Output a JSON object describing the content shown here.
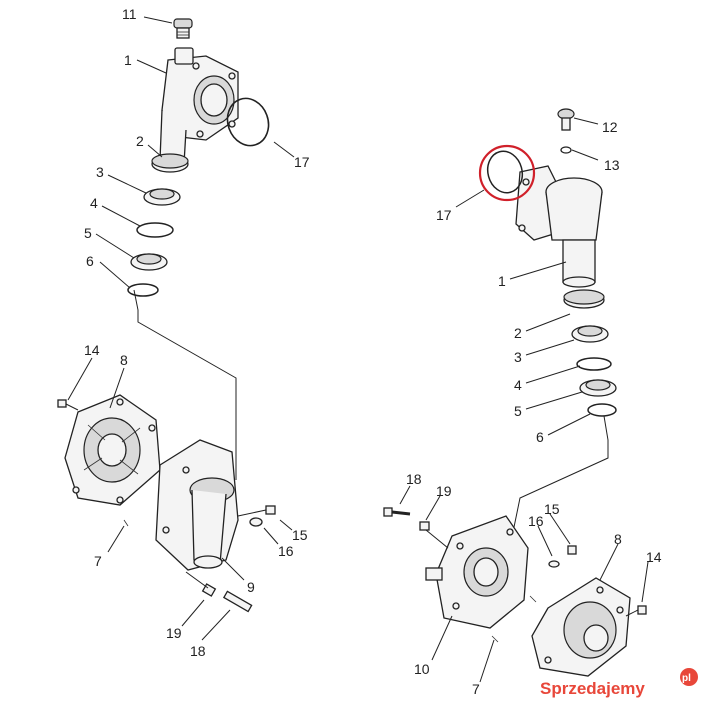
{
  "labels": {
    "l11": "11",
    "l1a": "1",
    "l17a": "17",
    "l2a": "2",
    "l3a": "3",
    "l4a": "4",
    "l5a": "5",
    "l6a": "6",
    "l14a": "14",
    "l8a": "8",
    "l7a": "7",
    "l15a": "15",
    "l16a": "16",
    "l9": "9",
    "l19a": "19",
    "l18a": "18",
    "l12": "12",
    "l13": "13",
    "l17b": "17",
    "l1b": "1",
    "l2b": "2",
    "l3b": "3",
    "l4b": "4",
    "l5b": "5",
    "l6b": "6",
    "l18b": "18",
    "l19b": "19",
    "l15b": "15",
    "l16b": "16",
    "l8b": "8",
    "l14b": "14",
    "l10": "10",
    "l7b": "7"
  },
  "highlight": {
    "color": "#d0202a"
  },
  "watermark": {
    "text": "Sprzedajemy",
    "suffix": "pl",
    "color": "#e8473a"
  }
}
